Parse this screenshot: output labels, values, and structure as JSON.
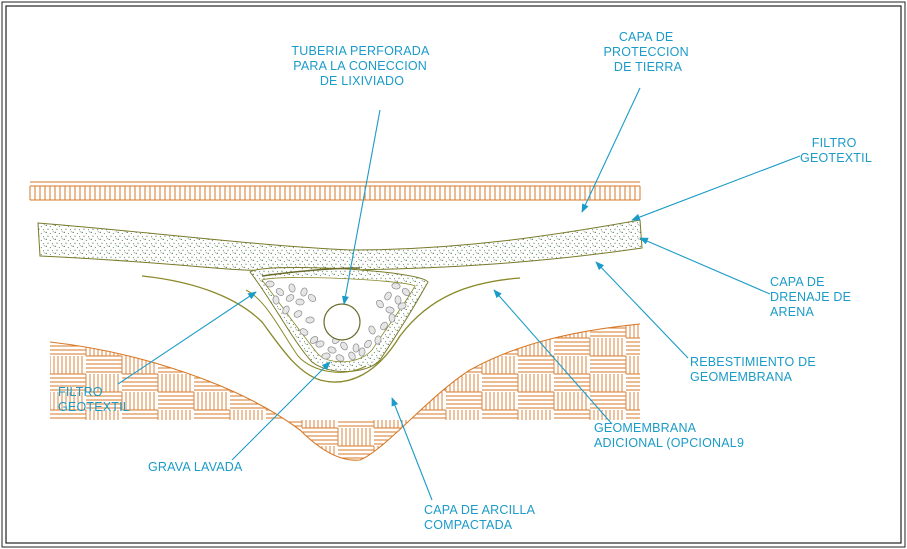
{
  "colors": {
    "label": "#1b9bc8",
    "soil": "#d77a2a",
    "geomembrane": "#8a8a2a",
    "sand_dot": "#2f5f33",
    "gravel": "#9a9a9a",
    "frame": "#222222"
  },
  "labels": {
    "pipe": [
      "TUBERIA PERFORADA",
      "PARA LA CONECCION",
      "DE LIXIVIADO"
    ],
    "protection": [
      "CAPA DE",
      "PROTECCION",
      "DE TIERRA"
    ],
    "filter_top": [
      "FILTRO",
      "GEOTEXTIL"
    ],
    "drainage": [
      "CAPA DE",
      "DRENAJE DE",
      "ARENA"
    ],
    "liner": [
      "REBESTIMIENTO DE",
      "GEOMEMBRANA"
    ],
    "extra_membrane": [
      "GEOMEMBRANA",
      "ADICIONAL (OPCIONAL9"
    ],
    "clay": [
      "CAPA DE ARCILLA",
      "COMPACTADA"
    ],
    "gravel": [
      "GRAVA LAVADA"
    ],
    "filter_left": [
      "FILTRO",
      "GEOTEXTIL"
    ]
  }
}
